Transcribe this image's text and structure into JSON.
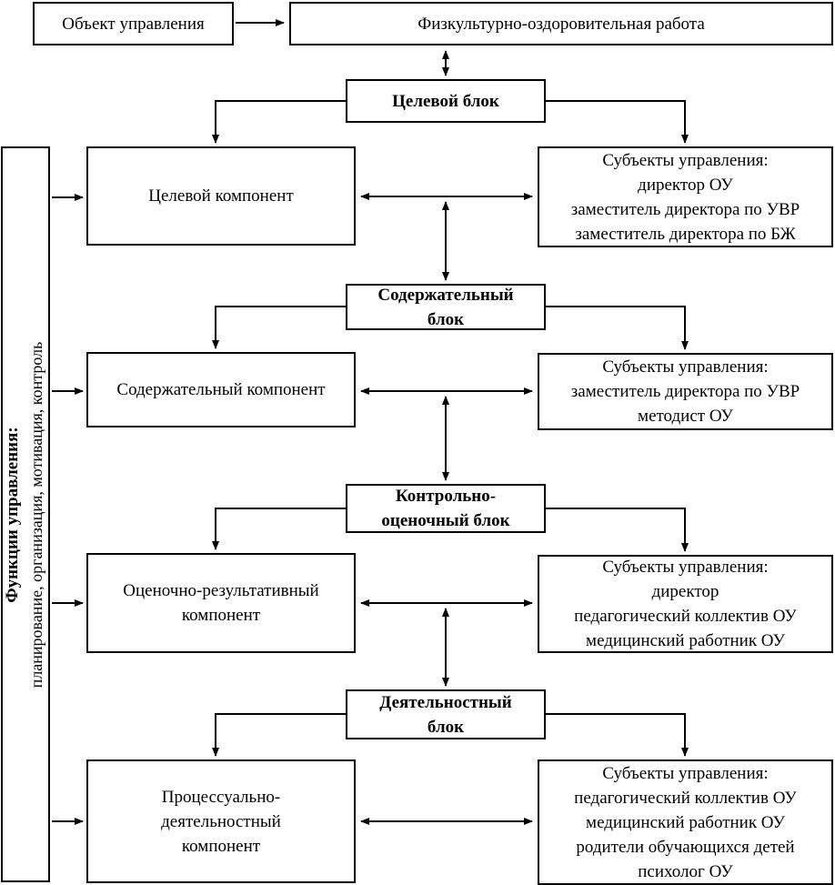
{
  "colors": {
    "line": "#000000",
    "background": "#ffffff"
  },
  "object_box": "Объект управления",
  "work_box": "Физкультурно-оздоровительная работа",
  "functions_bar": {
    "title": "Функции управления:",
    "items": "планирование, организация, мотивация, контроль"
  },
  "rows": [
    {
      "block": [
        "Целевой блок"
      ],
      "component": [
        "Целевой компонент"
      ],
      "subjects": [
        "Субъекты управления:",
        "директор ОУ",
        "заместитель директора по УВР",
        "заместитель директора по БЖ"
      ]
    },
    {
      "block": [
        "Содержательный",
        "блок"
      ],
      "component": [
        "Содержательный компонент"
      ],
      "subjects": [
        "Субъекты управления:",
        "заместитель директора по УВР",
        "методист ОУ"
      ]
    },
    {
      "block": [
        "Контрольно-",
        "оценочный блок"
      ],
      "component": [
        "Оценочно-результативный",
        "компонент"
      ],
      "subjects": [
        "Субъекты управления:",
        "директор",
        "педагогический коллектив ОУ",
        "медицинский работник ОУ"
      ]
    },
    {
      "block": [
        "Деятельностный",
        "блок"
      ],
      "component": [
        "Процессуально-",
        "деятельностный",
        "компонент"
      ],
      "subjects": [
        "Субъекты управления:",
        "педагогический коллектив ОУ",
        "медицинский работник ОУ",
        "родители обучающихся детей",
        "психолог ОУ"
      ]
    }
  ]
}
